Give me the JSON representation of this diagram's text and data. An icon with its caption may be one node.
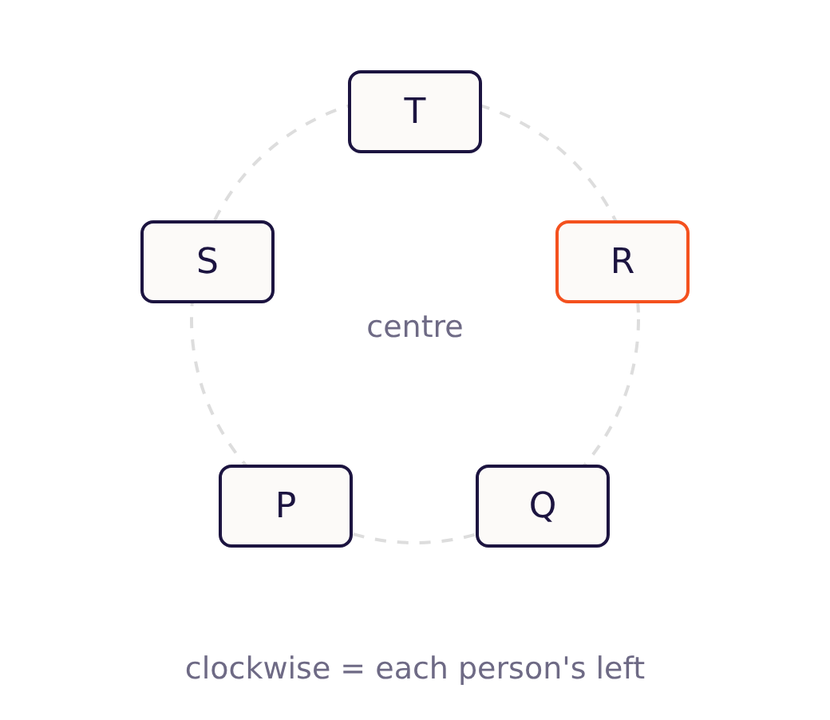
{
  "diagram": {
    "caption": "clockwise = each person's left",
    "nodes": [
      {
        "text": [
          "T"
        ]
      },
      {
        "text": [
          "S"
        ]
      },
      {
        "text": [
          "R"
        ]
      },
      {
        "text": [
          "P"
        ]
      },
      {
        "text": [
          "Q"
        ]
      }
    ],
    "labels": [
      "centre"
    ]
  }
}
